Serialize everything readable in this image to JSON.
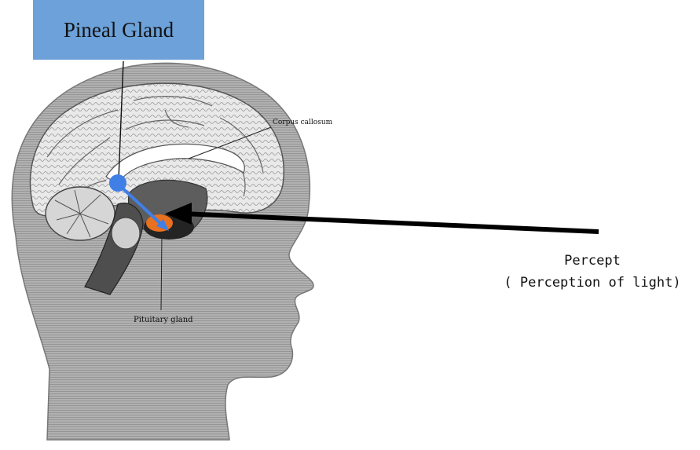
{
  "title": "Pineal Gland",
  "labels": {
    "corpus_callosum": "Corpus callosum",
    "pituitary_gland": "Pituitary gland"
  },
  "percept": {
    "line1": "Percept",
    "line2": "( Perception of light)"
  },
  "colors": {
    "title_box": "#6ca1d9",
    "pineal_dot": "#3f7fe6",
    "pituitary_spot": "#e8701f",
    "arrow": "#000000",
    "head": "#a9a9a9"
  }
}
